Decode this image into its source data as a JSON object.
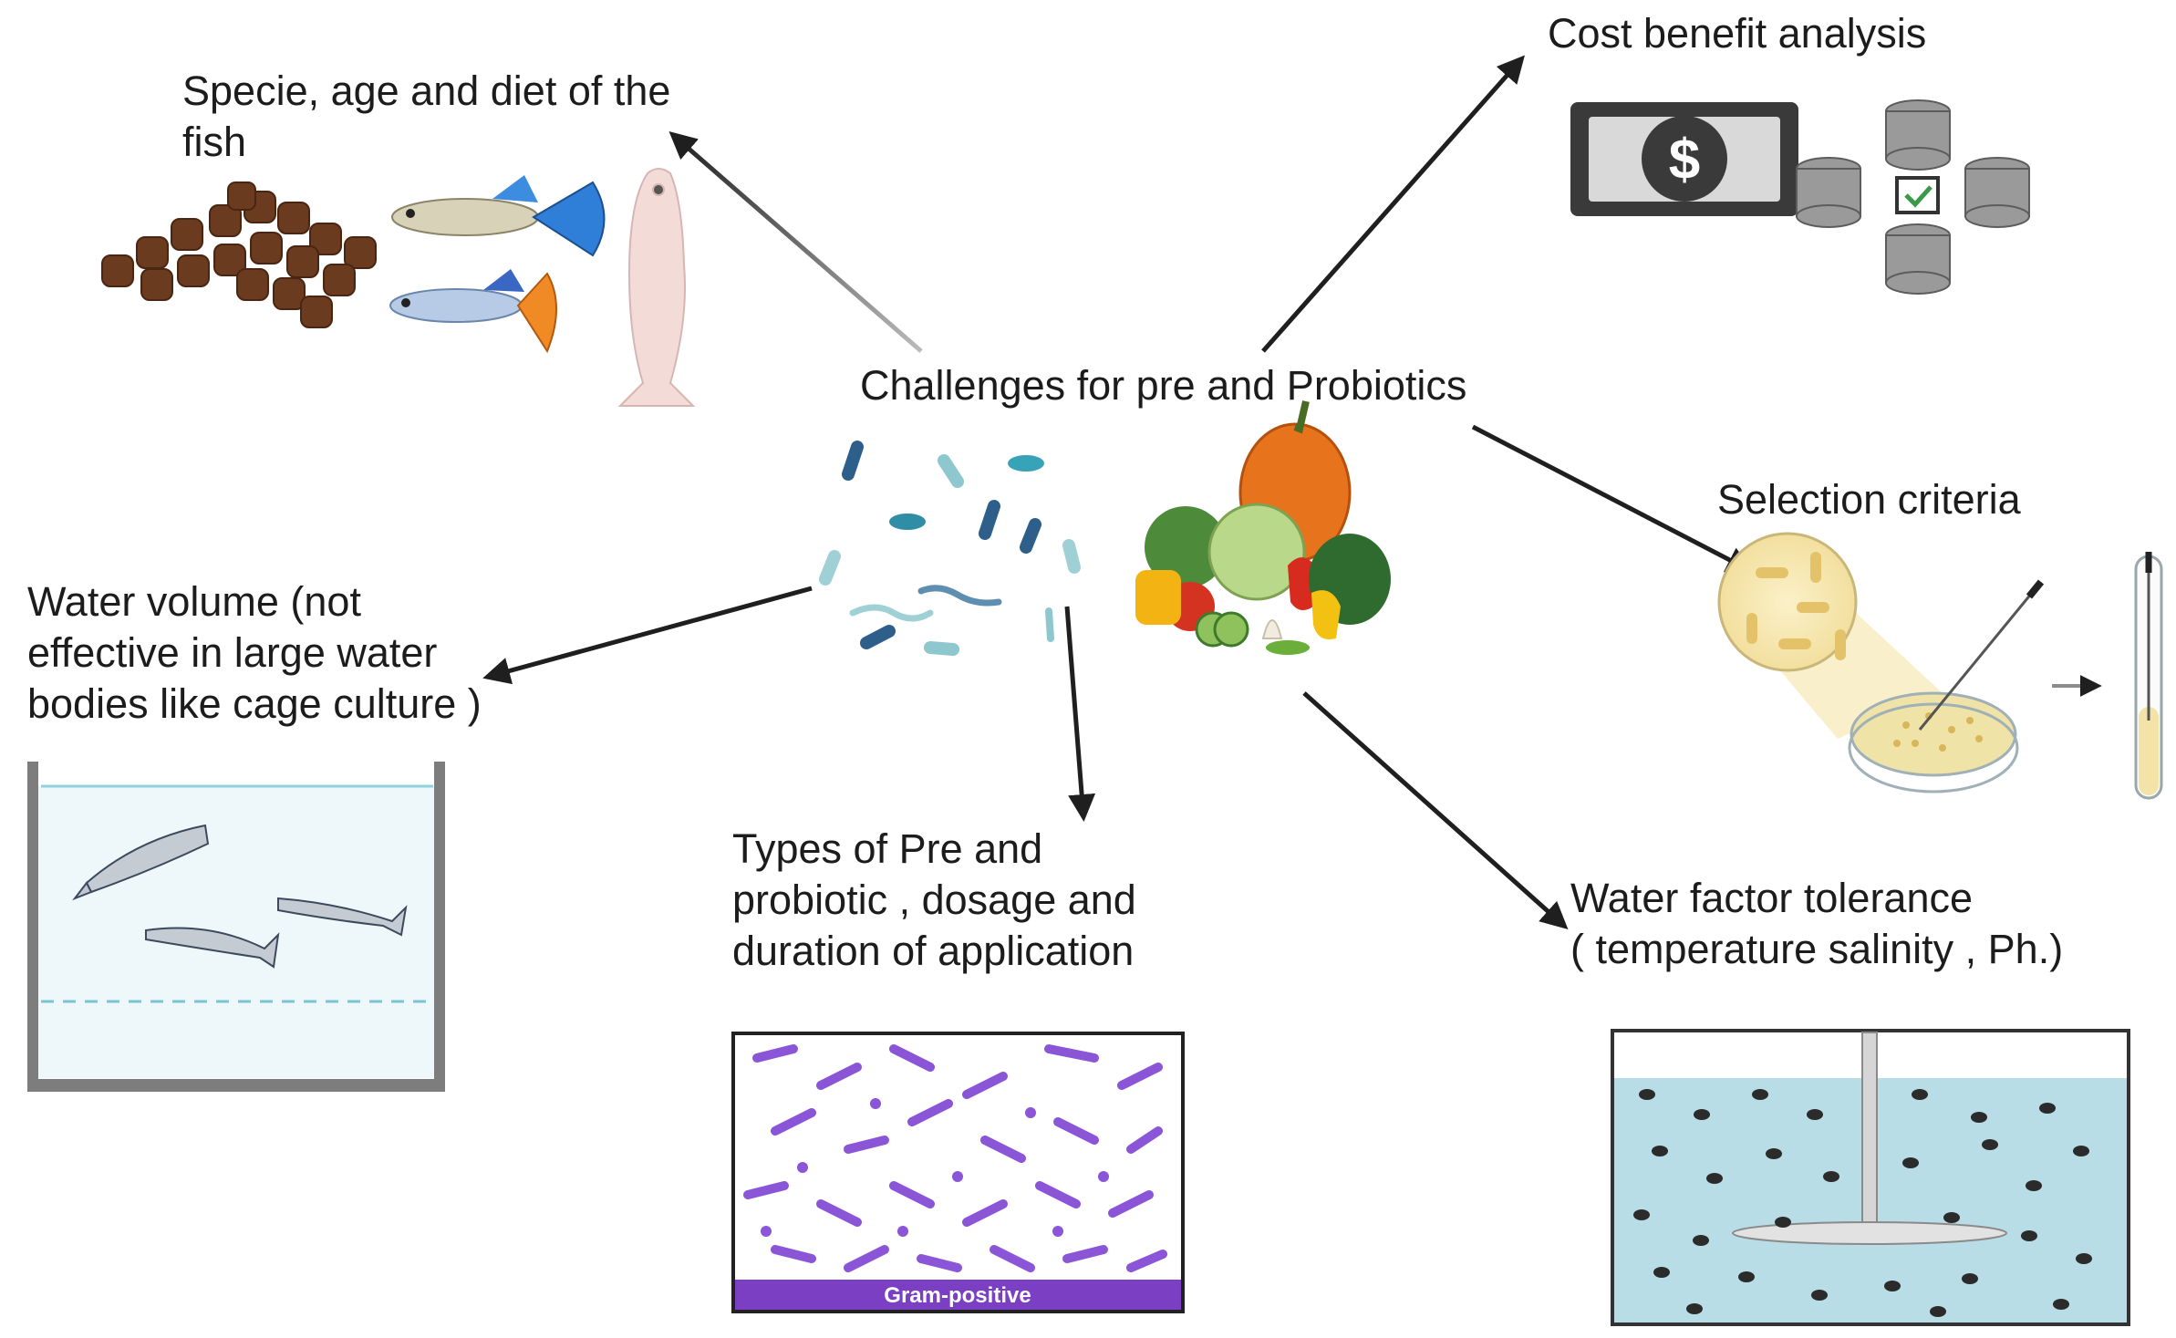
{
  "center_label": "Challenges for pre and Probiotics",
  "labels": {
    "species": "Specie, age and diet of the\nfish",
    "cost": "Cost benefit analysis",
    "water_volume": "Water volume (not\neffective in large water\nbodies like cage culture )",
    "types": "Types of Pre and\nprobiotic , dosage and\nduration of application",
    "selection": "Selection criteria",
    "water_factor": "Water factor tolerance\n( temperature salinity , Ph.)"
  },
  "gram_label": "Gram-positive",
  "icons": {
    "money": "dollar-bill-icon",
    "database": "database-network-icon",
    "petri": "petri-dish-icon",
    "tube": "test-tube-icon"
  },
  "colors": {
    "arrow": "#1f1f1f",
    "gram_bar": "#7b3fc4",
    "bacteria_purple": "#8a55d6",
    "water": "#b9dde6",
    "feed": "#6b3b1f",
    "petri_fill": "#f4e3a6"
  }
}
